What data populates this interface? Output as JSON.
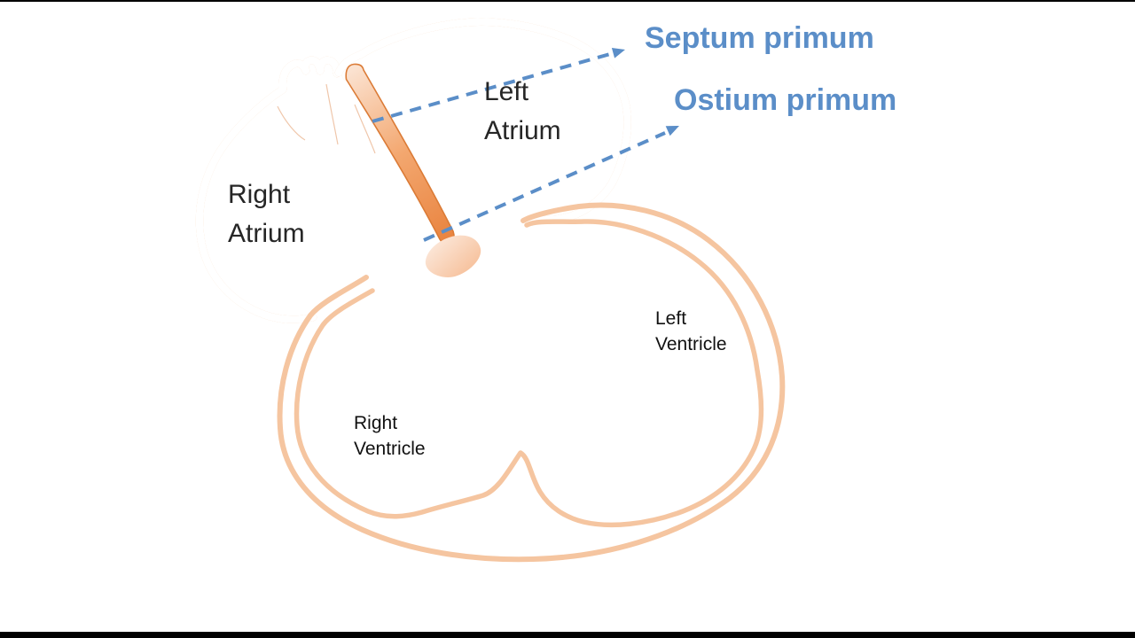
{
  "diagram": {
    "callouts": [
      {
        "label": "Septum primum"
      },
      {
        "label": "Ostium primum"
      }
    ],
    "regions": {
      "right_atrium": {
        "line1": "Right",
        "line2": "Atrium"
      },
      "left_atrium": {
        "line1": "Left",
        "line2": "Atrium"
      },
      "right_ventricle": {
        "line1": "Right",
        "line2": "Ventricle"
      },
      "left_ventricle": {
        "line1": "Left",
        "line2": "Ventricle"
      }
    },
    "colors": {
      "background": "#FFFFFF",
      "outline_peach": "#F5C5A0",
      "sketch_peach": "#EDBD9C",
      "septum_orange_dark": "#E98440",
      "septum_orange_mid": "#F3A76F",
      "septum_orange_light": "#FBE2D0",
      "septum_stroke": "#DB7B36",
      "cushion_light": "#FCE9DC",
      "cushion_dark": "#F6BE97",
      "callout_blue": "#5B8EC8",
      "label_dark": "#262626",
      "letterbox_black": "#000000"
    }
  }
}
